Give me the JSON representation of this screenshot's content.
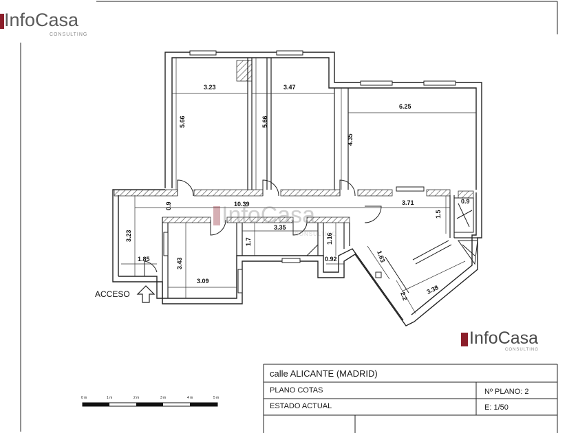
{
  "brand": {
    "name": "InfoCasa",
    "tagline": "CONSULTING",
    "accent_color": "#8b1e2a"
  },
  "plan": {
    "entrance_label": "ACCESO",
    "dimensions": {
      "room1_width": "3.23",
      "room1_height": "5.66",
      "room2_width": "3.47",
      "room2_height": "5.66",
      "room3_width": "6.25",
      "room3_height": "4.35",
      "corridor_length": "10.39",
      "corridor_width": "0.9",
      "hall_height": "3.23",
      "hall_width": "1.85",
      "room4_height": "3.43",
      "room4_width": "3.09",
      "kitchen_width": "3.35",
      "kitchen_depth": "1.7",
      "bath_height": "1.16",
      "bath_width": "0.92",
      "living_width": "3.71",
      "living_depth": "1.5",
      "terrace_width": "0.9",
      "diag_a": "1.63",
      "diag_b": "2.2",
      "diag_c": "3.38"
    }
  },
  "scale_bar": {
    "ticks": [
      "0 m",
      "1 m",
      "2 m",
      "3 m",
      "4 m",
      "5 m"
    ]
  },
  "title_block": {
    "address": "calle  ALICANTE   (MADRID)",
    "plan_type": "PLANO  COTAS",
    "plan_number": "Nº PLANO:  2",
    "status": "ESTADO  ACTUAL",
    "scale": "E: 1/50"
  }
}
